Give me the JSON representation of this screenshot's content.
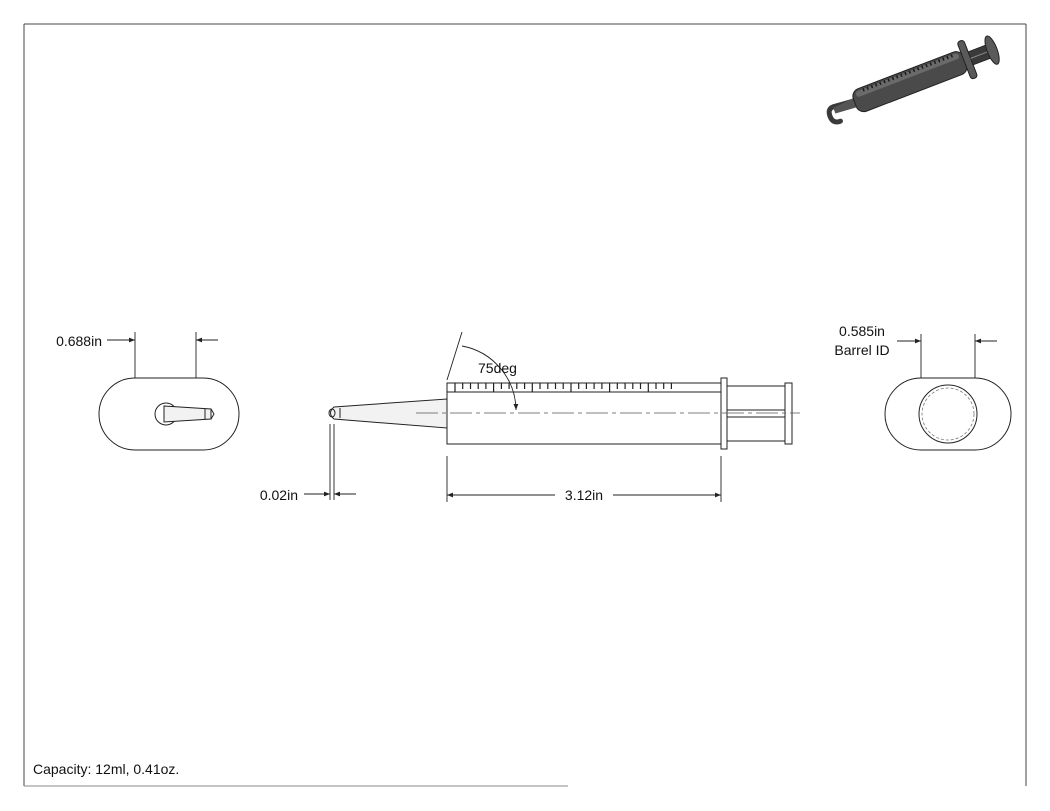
{
  "dimensions": {
    "left_view_width": "0.688in",
    "right_view_barrel_id": "0.585in",
    "right_view_caption": "Barrel ID",
    "tip_opening": "0.02in",
    "barrel_length": "3.12in",
    "tip_angle": "75deg"
  },
  "notes": {
    "capacity": "Capacity: 12ml, 0.41oz."
  },
  "colors": {
    "line": "#222222",
    "tip_fill": "#f2f2f2",
    "iso_body": "#4a4a4a"
  }
}
